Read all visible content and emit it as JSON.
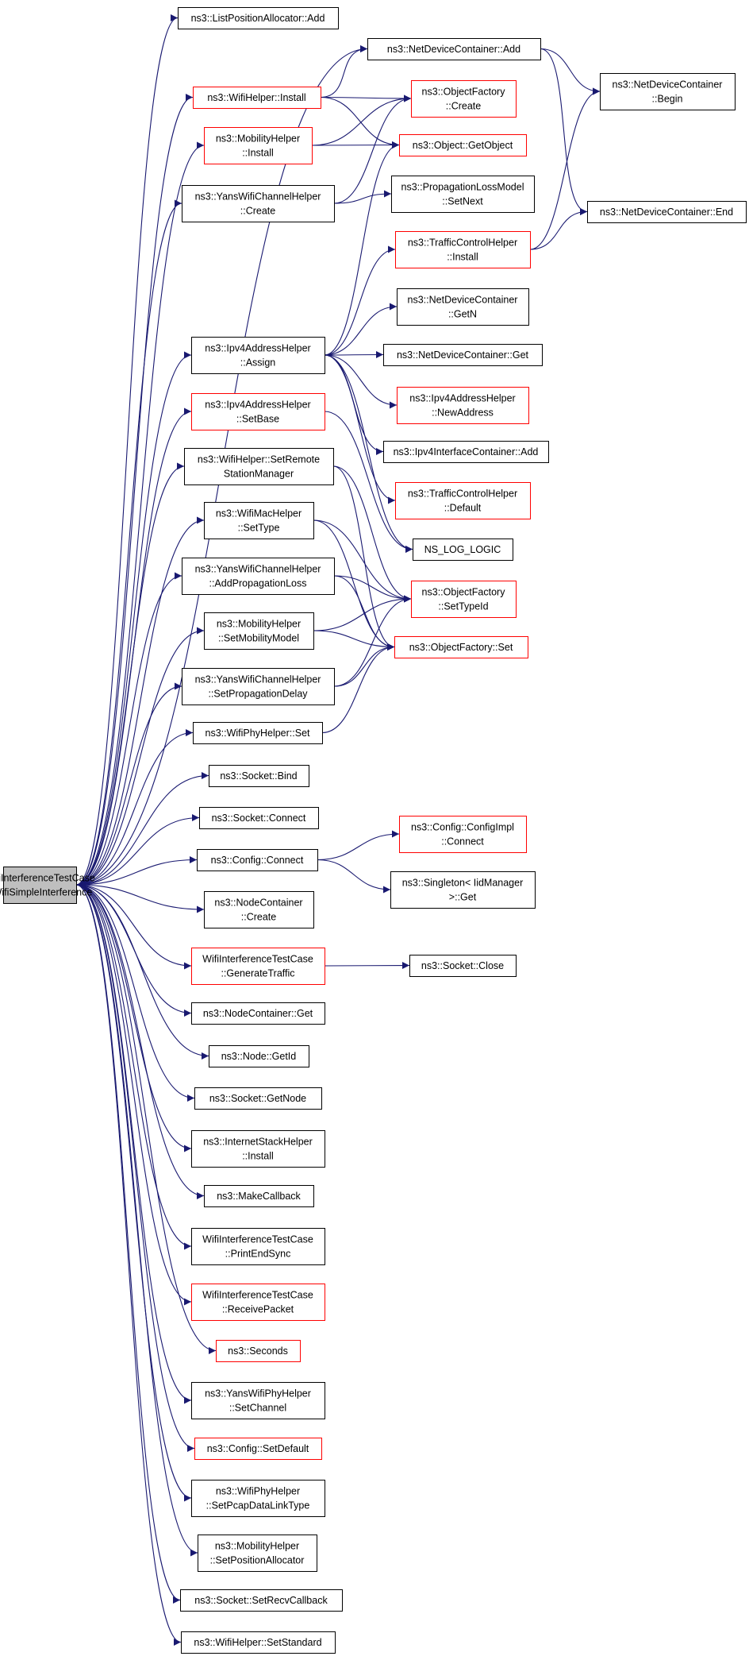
{
  "diagram": {
    "kind": "call-graph",
    "colors": {
      "edge": "#191970",
      "box_border_plain": "#000000",
      "box_border_red": "#ff0000",
      "root_fill": "#bfbfbf",
      "box_fill": "#ffffff"
    },
    "nodes": [
      {
        "id": "root",
        "lines": [
          "WifiInterferenceTestCase",
          "::WifiSimpleInterference"
        ],
        "style": "root"
      },
      {
        "id": "lpa_add",
        "lines": [
          "ns3::ListPositionAllocator::Add"
        ],
        "style": "plain"
      },
      {
        "id": "ndc_add",
        "lines": [
          "ns3::NetDeviceContainer::Add"
        ],
        "style": "plain"
      },
      {
        "id": "wifihelper_install",
        "lines": [
          "ns3::WifiHelper::Install"
        ],
        "style": "red"
      },
      {
        "id": "mobility_install",
        "lines": [
          "ns3::MobilityHelper",
          "::Install"
        ],
        "style": "red"
      },
      {
        "id": "ywch_create",
        "lines": [
          "ns3::YansWifiChannelHelper",
          "::Create"
        ],
        "style": "plain"
      },
      {
        "id": "ipv4_assign",
        "lines": [
          "ns3::Ipv4AddressHelper",
          "::Assign"
        ],
        "style": "plain"
      },
      {
        "id": "ipv4_setbase",
        "lines": [
          "ns3::Ipv4AddressHelper",
          "::SetBase"
        ],
        "style": "red"
      },
      {
        "id": "wh_setremote",
        "lines": [
          "ns3::WifiHelper::SetRemote",
          "StationManager"
        ],
        "style": "plain"
      },
      {
        "id": "wmh_settype",
        "lines": [
          "ns3::WifiMacHelper",
          "::SetType"
        ],
        "style": "plain"
      },
      {
        "id": "ywch_addprop",
        "lines": [
          "ns3::YansWifiChannelHelper",
          "::AddPropagationLoss"
        ],
        "style": "plain"
      },
      {
        "id": "mh_setmobility",
        "lines": [
          "ns3::MobilityHelper",
          "::SetMobilityModel"
        ],
        "style": "plain"
      },
      {
        "id": "ywch_setpropdelay",
        "lines": [
          "ns3::YansWifiChannelHelper",
          "::SetPropagationDelay"
        ],
        "style": "plain"
      },
      {
        "id": "wph_set",
        "lines": [
          "ns3::WifiPhyHelper::Set"
        ],
        "style": "plain"
      },
      {
        "id": "socket_bind",
        "lines": [
          "ns3::Socket::Bind"
        ],
        "style": "plain"
      },
      {
        "id": "socket_connect",
        "lines": [
          "ns3::Socket::Connect"
        ],
        "style": "plain"
      },
      {
        "id": "config_connect",
        "lines": [
          "ns3::Config::Connect"
        ],
        "style": "plain"
      },
      {
        "id": "nc_create",
        "lines": [
          "ns3::NodeContainer",
          "::Create"
        ],
        "style": "plain"
      },
      {
        "id": "witc_gentraffic",
        "lines": [
          "WifiInterferenceTestCase",
          "::GenerateTraffic"
        ],
        "style": "red"
      },
      {
        "id": "nc_get",
        "lines": [
          "ns3::NodeContainer::Get"
        ],
        "style": "plain"
      },
      {
        "id": "node_getid",
        "lines": [
          "ns3::Node::GetId"
        ],
        "style": "plain"
      },
      {
        "id": "socket_getnode",
        "lines": [
          "ns3::Socket::GetNode"
        ],
        "style": "plain"
      },
      {
        "id": "ish_install",
        "lines": [
          "ns3::InternetStackHelper",
          "::Install"
        ],
        "style": "plain"
      },
      {
        "id": "makecallback",
        "lines": [
          "ns3::MakeCallback"
        ],
        "style": "plain"
      },
      {
        "id": "witc_printend",
        "lines": [
          "WifiInterferenceTestCase",
          "::PrintEndSync"
        ],
        "style": "plain"
      },
      {
        "id": "witc_receive",
        "lines": [
          "WifiInterferenceTestCase",
          "::ReceivePacket"
        ],
        "style": "red"
      },
      {
        "id": "seconds",
        "lines": [
          "ns3::Seconds"
        ],
        "style": "red"
      },
      {
        "id": "ywph_setchannel",
        "lines": [
          "ns3::YansWifiPhyHelper",
          "::SetChannel"
        ],
        "style": "plain"
      },
      {
        "id": "config_setdefault",
        "lines": [
          "ns3::Config::SetDefault"
        ],
        "style": "red"
      },
      {
        "id": "wph_setpcap",
        "lines": [
          "ns3::WifiPhyHelper",
          "::SetPcapDataLinkType"
        ],
        "style": "plain"
      },
      {
        "id": "mh_setposalloc",
        "lines": [
          "ns3::MobilityHelper",
          "::SetPositionAllocator"
        ],
        "style": "plain"
      },
      {
        "id": "socket_setrecv",
        "lines": [
          "ns3::Socket::SetRecvCallback"
        ],
        "style": "plain"
      },
      {
        "id": "wh_setstandard",
        "lines": [
          "ns3::WifiHelper::SetStandard"
        ],
        "style": "plain"
      },
      {
        "id": "of_create",
        "lines": [
          "ns3::ObjectFactory",
          "::Create"
        ],
        "style": "red"
      },
      {
        "id": "object_getobject",
        "lines": [
          "ns3::Object::GetObject"
        ],
        "style": "red"
      },
      {
        "id": "plm_setnext",
        "lines": [
          "ns3::PropagationLossModel",
          "::SetNext"
        ],
        "style": "plain"
      },
      {
        "id": "tch_install",
        "lines": [
          "ns3::TrafficControlHelper",
          "::Install"
        ],
        "style": "red"
      },
      {
        "id": "ndc_getn",
        "lines": [
          "ns3::NetDeviceContainer",
          "::GetN"
        ],
        "style": "plain"
      },
      {
        "id": "ndc_get",
        "lines": [
          "ns3::NetDeviceContainer::Get"
        ],
        "style": "plain"
      },
      {
        "id": "ipv4_newaddress",
        "lines": [
          "ns3::Ipv4AddressHelper",
          "::NewAddress"
        ],
        "style": "red"
      },
      {
        "id": "ipv4ic_add",
        "lines": [
          "ns3::Ipv4InterfaceContainer::Add"
        ],
        "style": "plain"
      },
      {
        "id": "tch_default",
        "lines": [
          "ns3::TrafficControlHelper",
          "::Default"
        ],
        "style": "red"
      },
      {
        "id": "ns_log_logic",
        "lines": [
          "NS_LOG_LOGIC"
        ],
        "style": "plain"
      },
      {
        "id": "of_settypeid",
        "lines": [
          "ns3::ObjectFactory",
          "::SetTypeId"
        ],
        "style": "red"
      },
      {
        "id": "of_set",
        "lines": [
          "ns3::ObjectFactory::Set"
        ],
        "style": "red"
      },
      {
        "id": "cfg_connect_impl",
        "lines": [
          "ns3::Config::ConfigImpl",
          "::Connect"
        ],
        "style": "red"
      },
      {
        "id": "singleton_get",
        "lines": [
          "ns3::Singleton< IidManager",
          ">::Get"
        ],
        "style": "plain"
      },
      {
        "id": "socket_close",
        "lines": [
          "ns3::Socket::Close"
        ],
        "style": "plain"
      },
      {
        "id": "ndc_begin",
        "lines": [
          "ns3::NetDeviceContainer",
          "::Begin"
        ],
        "style": "plain"
      },
      {
        "id": "ndc_end",
        "lines": [
          "ns3::NetDeviceContainer::End"
        ],
        "style": "plain"
      }
    ],
    "edges": [
      [
        "root",
        "lpa_add"
      ],
      [
        "root",
        "ndc_add"
      ],
      [
        "root",
        "wifihelper_install"
      ],
      [
        "root",
        "mobility_install"
      ],
      [
        "root",
        "ywch_create"
      ],
      [
        "root",
        "ipv4_assign"
      ],
      [
        "root",
        "ipv4_setbase"
      ],
      [
        "root",
        "wh_setremote"
      ],
      [
        "root",
        "wmh_settype"
      ],
      [
        "root",
        "ywch_addprop"
      ],
      [
        "root",
        "mh_setmobility"
      ],
      [
        "root",
        "ywch_setpropdelay"
      ],
      [
        "root",
        "wph_set"
      ],
      [
        "root",
        "socket_bind"
      ],
      [
        "root",
        "socket_connect"
      ],
      [
        "root",
        "config_connect"
      ],
      [
        "root",
        "nc_create"
      ],
      [
        "root",
        "witc_gentraffic"
      ],
      [
        "root",
        "nc_get"
      ],
      [
        "root",
        "node_getid"
      ],
      [
        "root",
        "socket_getnode"
      ],
      [
        "root",
        "ish_install"
      ],
      [
        "root",
        "makecallback"
      ],
      [
        "root",
        "witc_printend"
      ],
      [
        "root",
        "witc_receive"
      ],
      [
        "root",
        "seconds"
      ],
      [
        "root",
        "ywph_setchannel"
      ],
      [
        "root",
        "config_setdefault"
      ],
      [
        "root",
        "wph_setpcap"
      ],
      [
        "root",
        "mh_setposalloc"
      ],
      [
        "root",
        "socket_setrecv"
      ],
      [
        "root",
        "wh_setstandard"
      ],
      [
        "ndc_add",
        "ndc_begin"
      ],
      [
        "ndc_add",
        "ndc_end"
      ],
      [
        "wifihelper_install",
        "ndc_add"
      ],
      [
        "wifihelper_install",
        "of_create"
      ],
      [
        "wifihelper_install",
        "object_getobject"
      ],
      [
        "mobility_install",
        "of_create"
      ],
      [
        "mobility_install",
        "object_getobject"
      ],
      [
        "ywch_create",
        "of_create"
      ],
      [
        "ywch_create",
        "plm_setnext"
      ],
      [
        "ipv4_assign",
        "object_getobject"
      ],
      [
        "ipv4_assign",
        "tch_install"
      ],
      [
        "ipv4_assign",
        "ndc_getn"
      ],
      [
        "ipv4_assign",
        "ndc_get"
      ],
      [
        "ipv4_assign",
        "ipv4_newaddress"
      ],
      [
        "ipv4_assign",
        "ipv4ic_add"
      ],
      [
        "ipv4_assign",
        "tch_default"
      ],
      [
        "ipv4_assign",
        "ns_log_logic"
      ],
      [
        "ipv4_setbase",
        "ns_log_logic"
      ],
      [
        "wh_setremote",
        "of_settypeid"
      ],
      [
        "wh_setremote",
        "of_set"
      ],
      [
        "wmh_settype",
        "of_settypeid"
      ],
      [
        "wmh_settype",
        "of_set"
      ],
      [
        "ywch_addprop",
        "of_settypeid"
      ],
      [
        "ywch_addprop",
        "of_set"
      ],
      [
        "mh_setmobility",
        "of_settypeid"
      ],
      [
        "mh_setmobility",
        "of_set"
      ],
      [
        "ywch_setpropdelay",
        "of_settypeid"
      ],
      [
        "ywch_setpropdelay",
        "of_set"
      ],
      [
        "wph_set",
        "of_set"
      ],
      [
        "config_connect",
        "cfg_connect_impl"
      ],
      [
        "config_connect",
        "singleton_get"
      ],
      [
        "witc_gentraffic",
        "socket_close"
      ],
      [
        "tch_install",
        "ndc_begin"
      ],
      [
        "tch_install",
        "ndc_end"
      ]
    ]
  }
}
